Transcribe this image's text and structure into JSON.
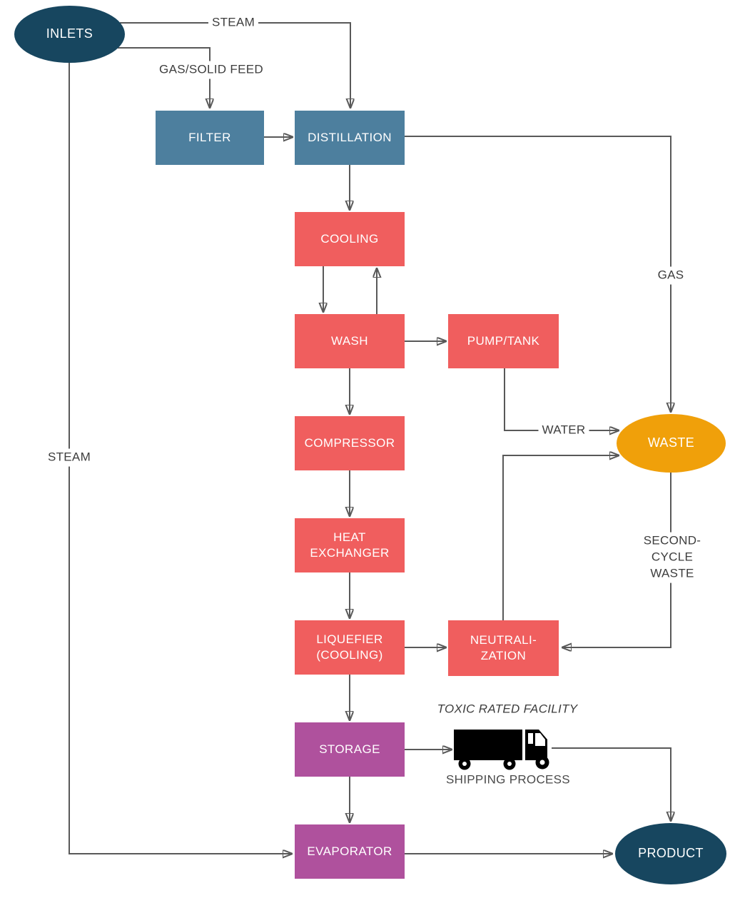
{
  "diagram": {
    "type": "process-flowchart",
    "nodes": {
      "inlets": {
        "label": "INLETS",
        "shape": "ellipse",
        "color": "#17465f"
      },
      "filter": {
        "label": "FILTER",
        "shape": "rect",
        "color": "#4d7f9e"
      },
      "distillation": {
        "label": "DISTILLATION",
        "shape": "rect",
        "color": "#4d7f9e"
      },
      "cooling": {
        "label": "COOLING",
        "shape": "rect",
        "color": "#f05e5e"
      },
      "wash": {
        "label": "WASH",
        "shape": "rect",
        "color": "#f05e5e"
      },
      "pump_tank": {
        "label": "PUMP/TANK",
        "shape": "rect",
        "color": "#f05e5e"
      },
      "compressor": {
        "label": "COMPRESSOR",
        "shape": "rect",
        "color": "#f05e5e"
      },
      "heat_exchanger": {
        "label": "HEAT\nEXCHANGER",
        "shape": "rect",
        "color": "#f05e5e"
      },
      "liquefier": {
        "label": "LIQUEFIER\n(COOLING)",
        "shape": "rect",
        "color": "#f05e5e"
      },
      "neutralization": {
        "label": "NEUTRALI-\nZATION",
        "shape": "rect",
        "color": "#f05e5e"
      },
      "storage": {
        "label": "STORAGE",
        "shape": "rect",
        "color": "#af519d"
      },
      "evaporator": {
        "label": "EVAPORATOR",
        "shape": "rect",
        "color": "#af519d"
      },
      "waste": {
        "label": "WASTE",
        "shape": "ellipse",
        "color": "#f0a00a"
      },
      "product": {
        "label": "PRODUCT",
        "shape": "ellipse",
        "color": "#17465f"
      }
    },
    "edge_labels": {
      "steam_top": "STEAM",
      "gas_solid_feed": "GAS/SOLID FEED",
      "gas": "GAS",
      "water": "WATER",
      "second_cycle_waste": "SECOND-CYCLE\nWASTE",
      "steam_left": "STEAM",
      "toxic_rated_facility": "TOXIC RATED FACILITY",
      "shipping_process": "SHIPPING PROCESS"
    },
    "colors": {
      "line": "#595959",
      "arrowhead": "#555555",
      "edge_label_text": "#3d3d3d",
      "node_text": "#ffffff",
      "background": "#ffffff",
      "truck_icon": "#000000"
    }
  }
}
